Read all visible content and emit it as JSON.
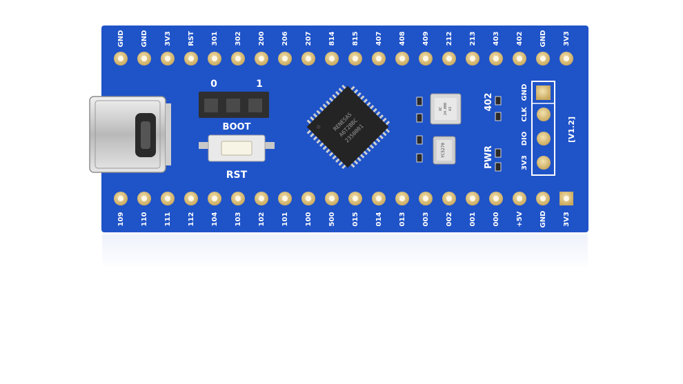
{
  "board": {
    "pcb_color": "#1f53c8",
    "top_pins": [
      "GND",
      "GND",
      "3V3",
      "RST",
      "301",
      "302",
      "200",
      "206",
      "207",
      "814",
      "815",
      "407",
      "408",
      "409",
      "212",
      "213",
      "403",
      "402",
      "GND",
      "3V3"
    ],
    "bottom_pins": [
      "109",
      "110",
      "111",
      "112",
      "104",
      "103",
      "102",
      "101",
      "100",
      "500",
      "015",
      "014",
      "013",
      "003",
      "002",
      "001",
      "000",
      "+5V",
      "GND",
      "3V3"
    ],
    "boot_label": "BOOT",
    "boot_jumper_0": "0",
    "boot_jumper_1": "1",
    "reset_label": "RST",
    "power_label": "PWR",
    "led_label": "402",
    "swd_labels": [
      "GND",
      "CLK",
      "DIO",
      "3V3"
    ],
    "version_label": "[V1.2]",
    "chip_marking": [
      "RENESAS",
      "A6T2BBC",
      "2350001"
    ],
    "crystal_marking": [
      "XC",
      "24.000",
      "A3"
    ],
    "rtc_crystal_marking": "YC5270"
  }
}
